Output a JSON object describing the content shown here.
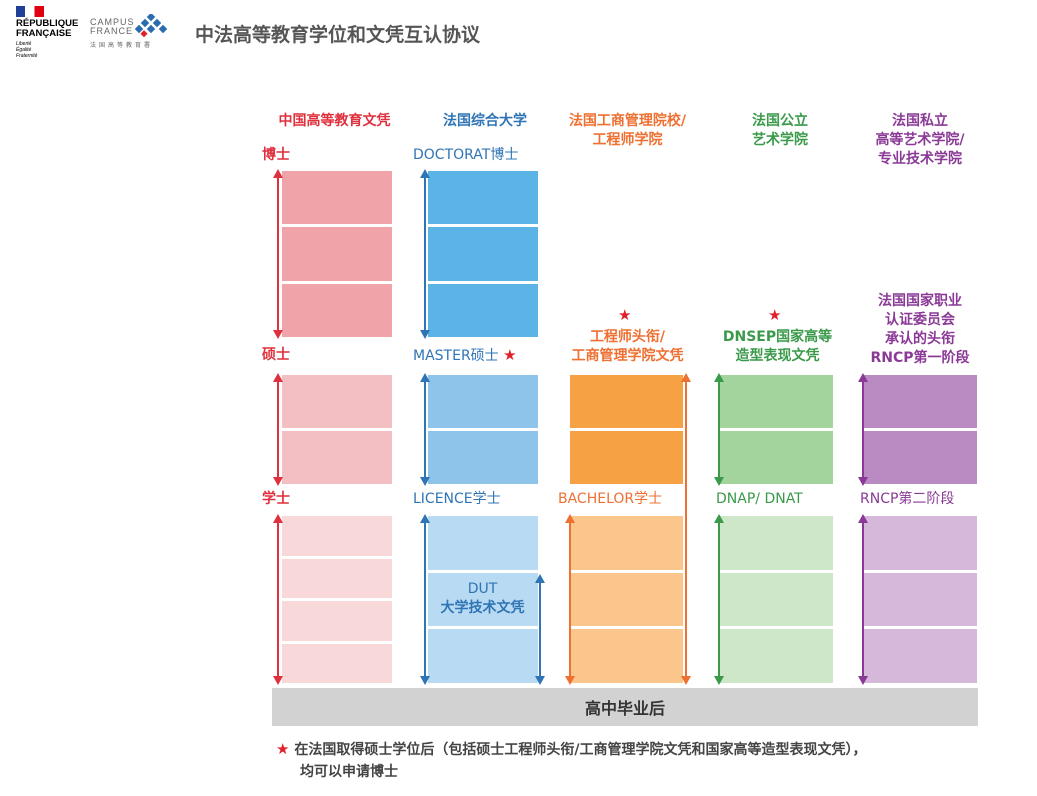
{
  "header": {
    "logo_rf": [
      "RÉPUBLIQUE",
      "FRANÇAISE"
    ],
    "logo_rf_motto": [
      "Liberté",
      "Égalité",
      "Fraternité"
    ],
    "logo_cf": [
      "CAMPUS",
      "FRANCE"
    ],
    "logo_cf_sub": "法国高等教育署",
    "title": "中法高等教育学位和文凭互认协议"
  },
  "colors": {
    "red": "#e0303e",
    "blue": "#2f75b5",
    "orange": "#ee7032",
    "green": "#3a9a4a",
    "purple": "#8a3a96"
  },
  "columns": [
    {
      "header": "中国高等教育文凭",
      "levels": [
        "博士",
        "硕士",
        "学士"
      ]
    },
    {
      "header": "法国综合大学",
      "levels": [
        "DOCTORAT博士",
        "MASTER硕士",
        "LICENCE学士"
      ],
      "extra": [
        "DUT",
        "大学技术文凭"
      ]
    },
    {
      "header": [
        "法国工商管理院校/",
        "工程师学院"
      ],
      "levels": [
        "工程师头衔/",
        "工商管理学院文凭",
        "BACHELOR学士"
      ]
    },
    {
      "header": [
        "法国公立",
        "艺术学院"
      ],
      "levels": [
        "DNSEP国家高等",
        "造型表现文凭",
        "DNAP/ DNAT"
      ]
    },
    {
      "header": [
        "法国私立",
        "高等艺术学院/",
        "专业技术学院"
      ],
      "levels": [
        "法国国家职业",
        "认证委员会",
        "承认的头衔",
        "RNCP第一阶段",
        "RNCP第二阶段"
      ]
    }
  ],
  "base": "高中毕业后",
  "star": "★",
  "footnote": [
    "在法国取得硕士学位后（包括硕士工程师头衔/工商管理学院文凭和国家高等造型表现文凭），",
    "均可以申请博士"
  ]
}
